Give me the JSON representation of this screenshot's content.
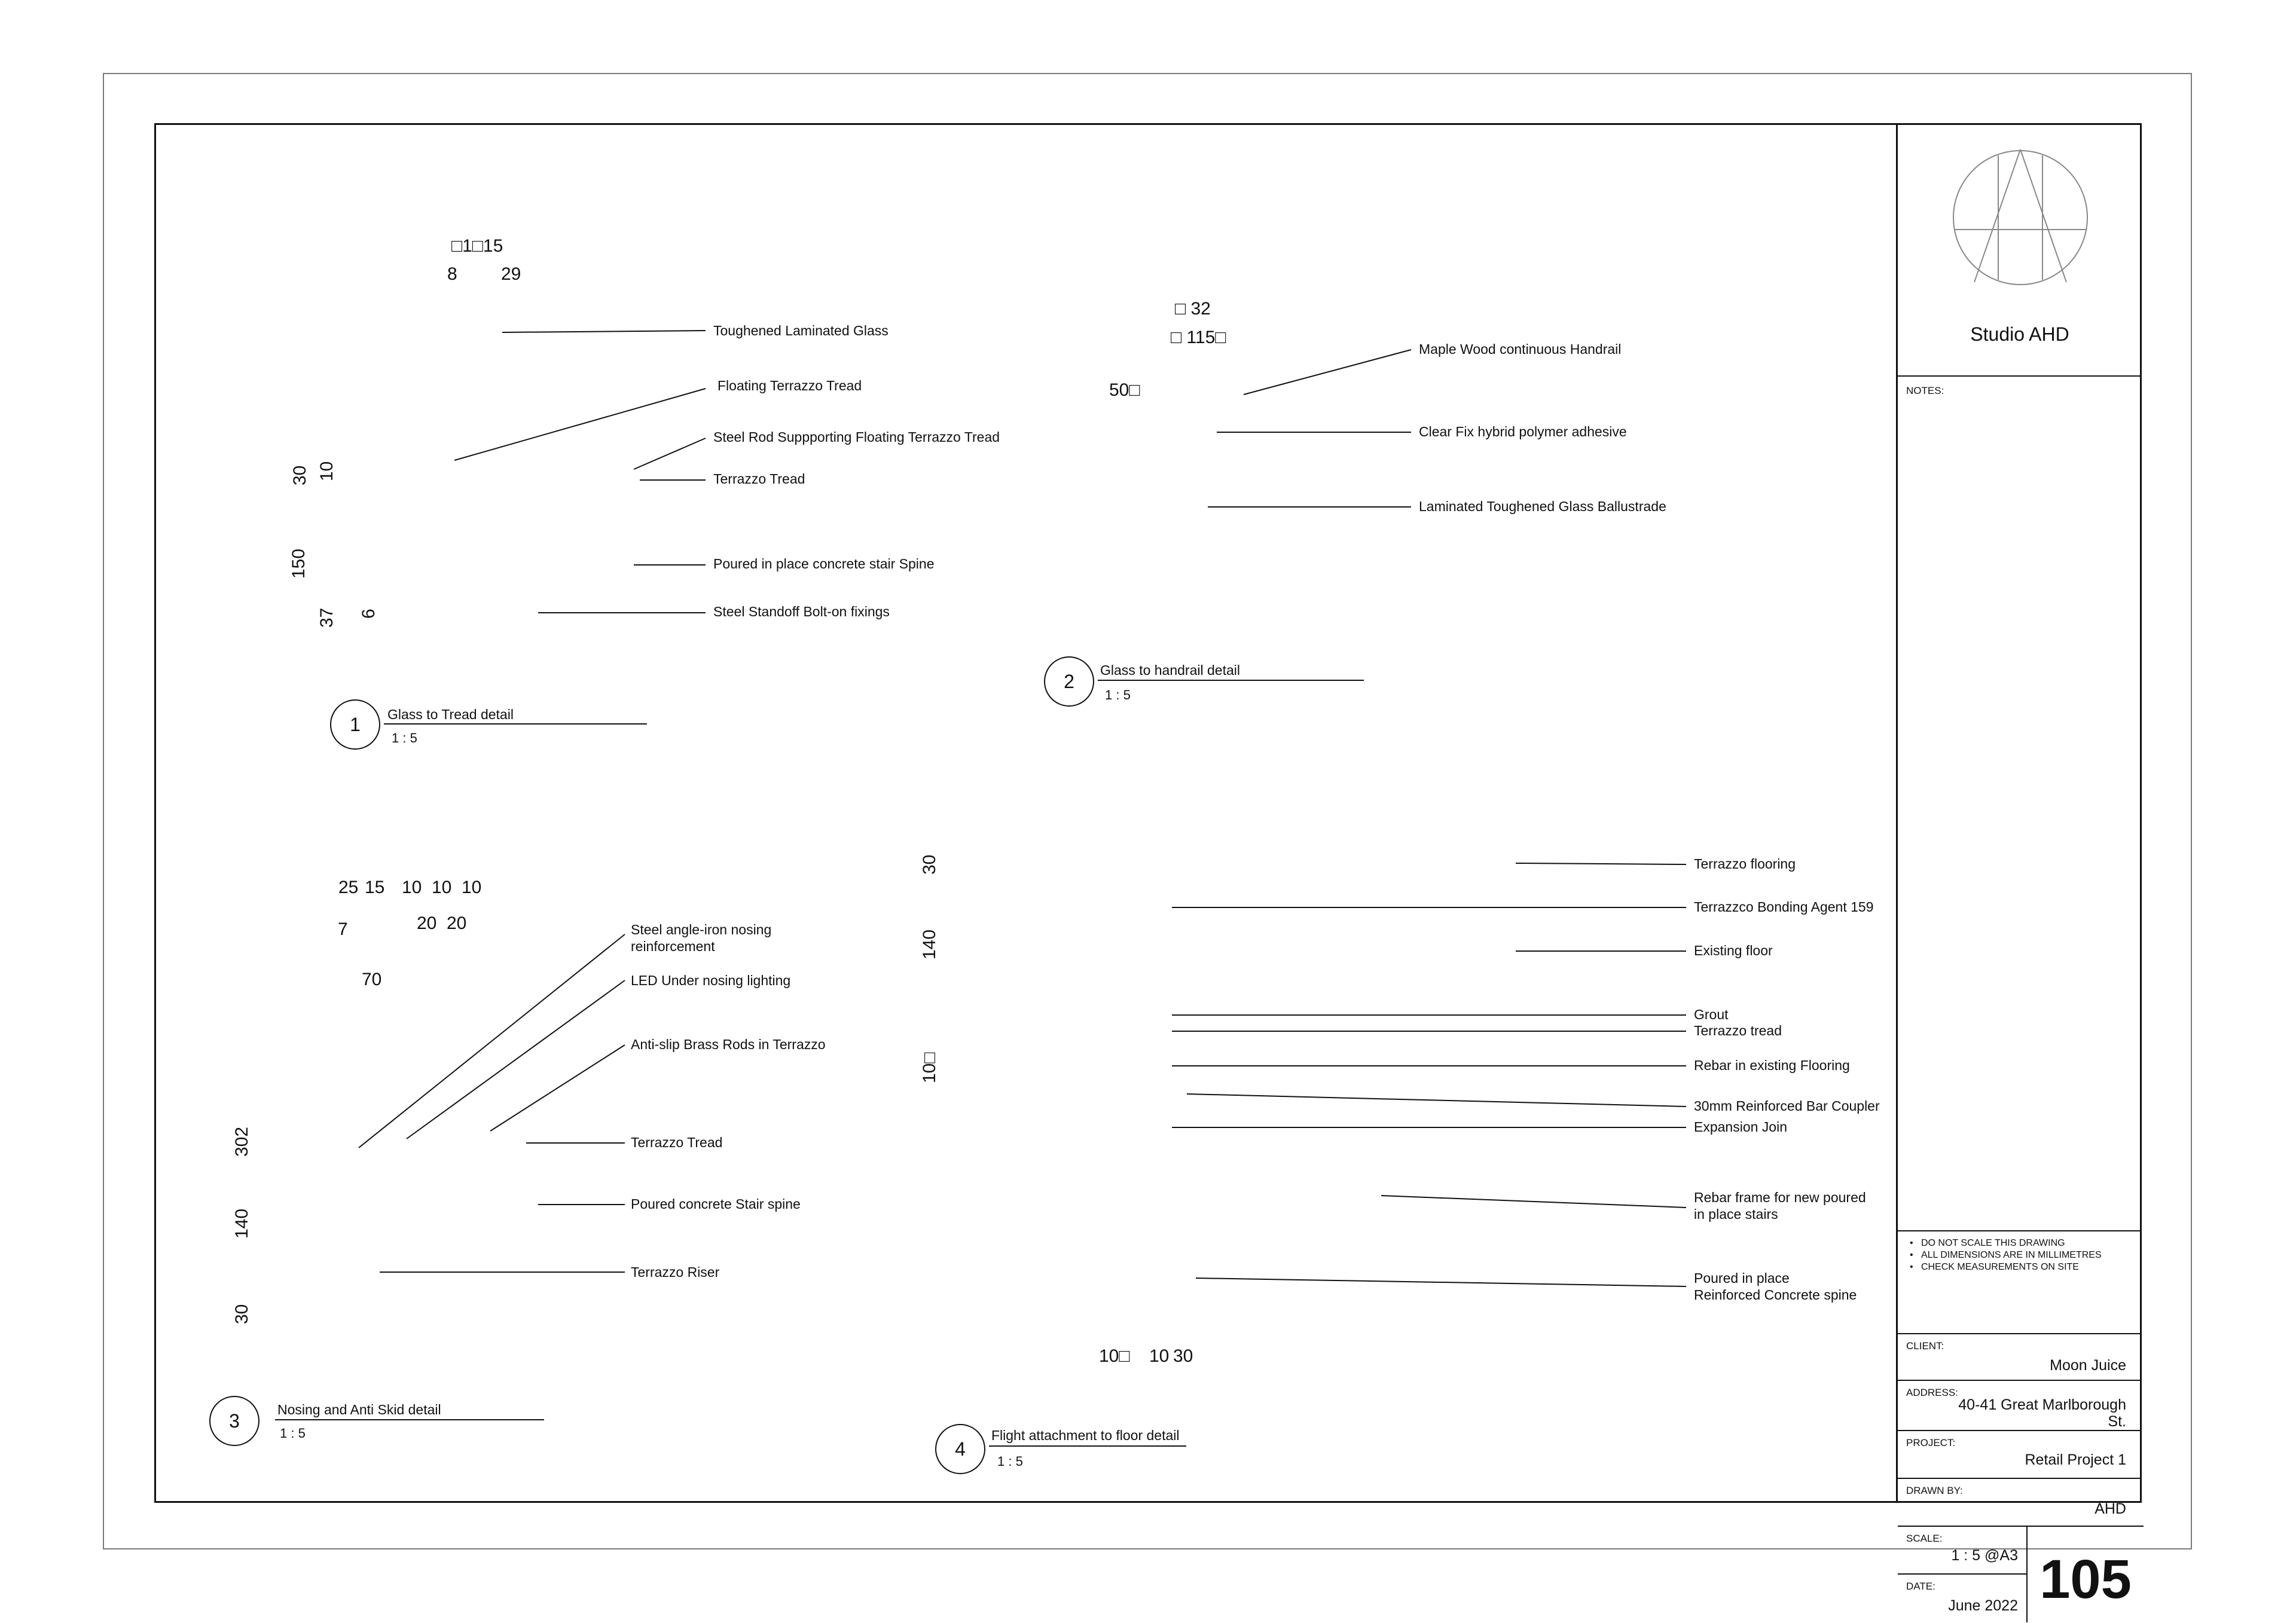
{
  "studio": {
    "name": "Studio AHD"
  },
  "notes": {
    "heading": "NOTES:",
    "items": [
      "DO NOT SCALE THIS DRAWING",
      "ALL DIMENSIONS ARE IN MILLIMETRES",
      "CHECK MEASUREMENTS ON SITE"
    ]
  },
  "title_block": {
    "client_label": "CLIENT:",
    "client": "Moon Juice",
    "address_label": "ADDRESS:",
    "address_line1": "40-41 Great Marlborough",
    "address_line2": "St.",
    "project_label": "PROJECT:",
    "project": "Retail Project 1",
    "drawn_by_label": "DRAWN BY:",
    "drawn_by": "AHD",
    "scale_label": "SCALE:",
    "scale": "1 : 5 @A3",
    "date_label": "DATE:",
    "date": "June 2022",
    "sheet_number": "105"
  },
  "detail1": {
    "number": "1",
    "title": "Glass to  Tread detail",
    "scale": "1 : 5",
    "labels": [
      "Toughened Laminated Glass",
      "Floating Terrazzo Tread",
      "Steel Rod Suppporting Floating Terrazzo Tread",
      "Terrazzo Tread",
      "Poured in place concrete stair Spine",
      "Steel Standoff Bolt-on fixings"
    ],
    "dims_top": [
      "□1□15",
      "8",
      "29"
    ],
    "dims_side": [
      "30",
      "10",
      "150",
      "37",
      "6"
    ]
  },
  "detail2": {
    "number": "2",
    "title": "Glass to handrail detail",
    "scale": "1 : 5",
    "labels": [
      "Maple Wood continuous Handrail",
      "Clear Fix hybrid polymer adhesive",
      "Laminated Toughened Glass Ballustrade"
    ],
    "dims": [
      "□  32",
      "□ 115□",
      "50□"
    ]
  },
  "detail3": {
    "number": "3",
    "title": "Nosing and Anti Skid detail",
    "scale": "1 : 5",
    "labels": [
      "Steel angle-iron nosing",
      "reinforcement",
      "LED Under nosing lighting",
      "Anti-slip Brass Rods in Terrazzo",
      "Terrazzo Tread",
      "Poured concrete Stair spine",
      "Terrazzo Riser"
    ],
    "dims_top": [
      "25",
      "15",
      "10",
      "10",
      "10",
      "7",
      "20",
      "20",
      "70"
    ],
    "dims_side": [
      "302",
      "140",
      "30"
    ]
  },
  "detail4": {
    "number": "4",
    "title": "Flight attachment to floor detail",
    "scale": "1 : 5",
    "labels": [
      "Terrazzo flooring",
      "Terrazzco Bonding Agent 159",
      "Existing floor",
      "Grout",
      "Terrazzo tread",
      "Rebar in existing Flooring",
      "30mm Reinforced Bar Coupler",
      "Expansion Join",
      "Rebar frame for new poured",
      "in place stairs",
      "Poured in place",
      "Reinforced Concrete spine"
    ],
    "dims_side": [
      "30",
      "140",
      "10□"
    ],
    "dims_bottom": [
      "10□",
      "10",
      "30"
    ]
  }
}
